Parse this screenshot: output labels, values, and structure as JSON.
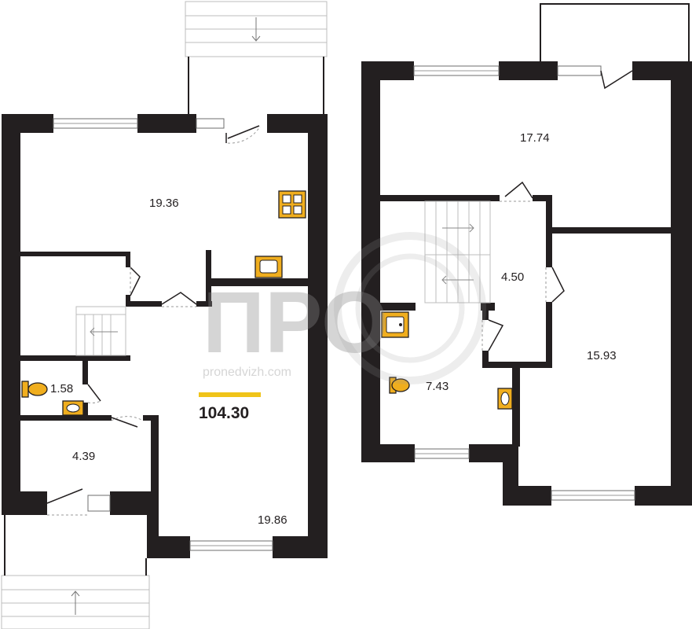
{
  "areas": {
    "ground_living": "19.36",
    "ground_bath": "1.58",
    "ground_room": "4.39",
    "ground_hall": "19.86",
    "upper_top": "17.74",
    "upper_hall": "4.50",
    "upper_bath": "7.43",
    "upper_bedroom": "15.93"
  },
  "total_area": "104.30",
  "watermark": {
    "logo_text": "ПРО",
    "site": "pronedvizh.com"
  },
  "colors": {
    "wall": "#231f20",
    "fixture": "#f0ae1e",
    "accent_bar": "#f0c419"
  }
}
